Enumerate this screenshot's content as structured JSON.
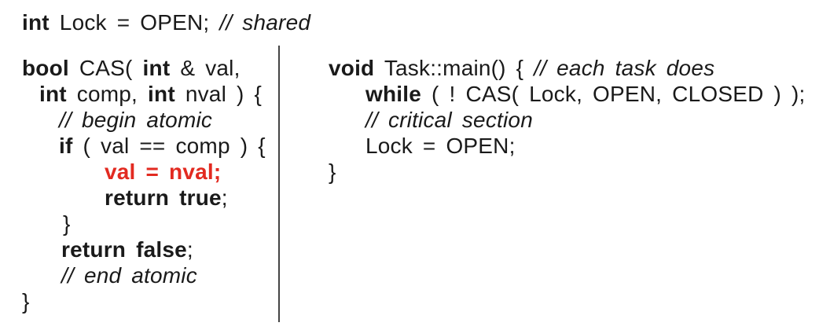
{
  "colors": {
    "text": "#1a1a1a",
    "highlight_red": "#e22a20",
    "divider": "#444444",
    "background": "#ffffff"
  },
  "shared_line": {
    "kw": "int",
    "code": " Lock = OPEN; ",
    "comment": "// shared"
  },
  "cas_function": {
    "l1": {
      "kw1": "bool",
      "code1": " CAS( ",
      "kw2": "int",
      "code2": " & val,"
    },
    "l2": {
      "kw1": "int",
      "code1": " comp, ",
      "kw2": "int",
      "code2": " nval ) {"
    },
    "l3": {
      "comment": "// begin atomic"
    },
    "l4": {
      "kw": "if",
      "code": " ( val == comp ) {"
    },
    "l5": {
      "highlight": "val = nval;"
    },
    "l6": {
      "kw": "return true",
      "code": ";"
    },
    "l7": {
      "code": "}"
    },
    "l8": {
      "kw": "return false",
      "code": ";"
    },
    "l9": {
      "comment": "// end atomic"
    },
    "l10": {
      "code": "}"
    }
  },
  "task_main": {
    "l1": {
      "kw": "void",
      "code": " Task::main() { ",
      "comment": "// each task does"
    },
    "l2": {
      "kw": "while",
      "code": " ( ! CAS( Lock, OPEN, CLOSED ) );"
    },
    "l3": {
      "comment": "// critical section"
    },
    "l4": {
      "code": "Lock = OPEN;"
    },
    "l5": {
      "code": "}"
    }
  }
}
